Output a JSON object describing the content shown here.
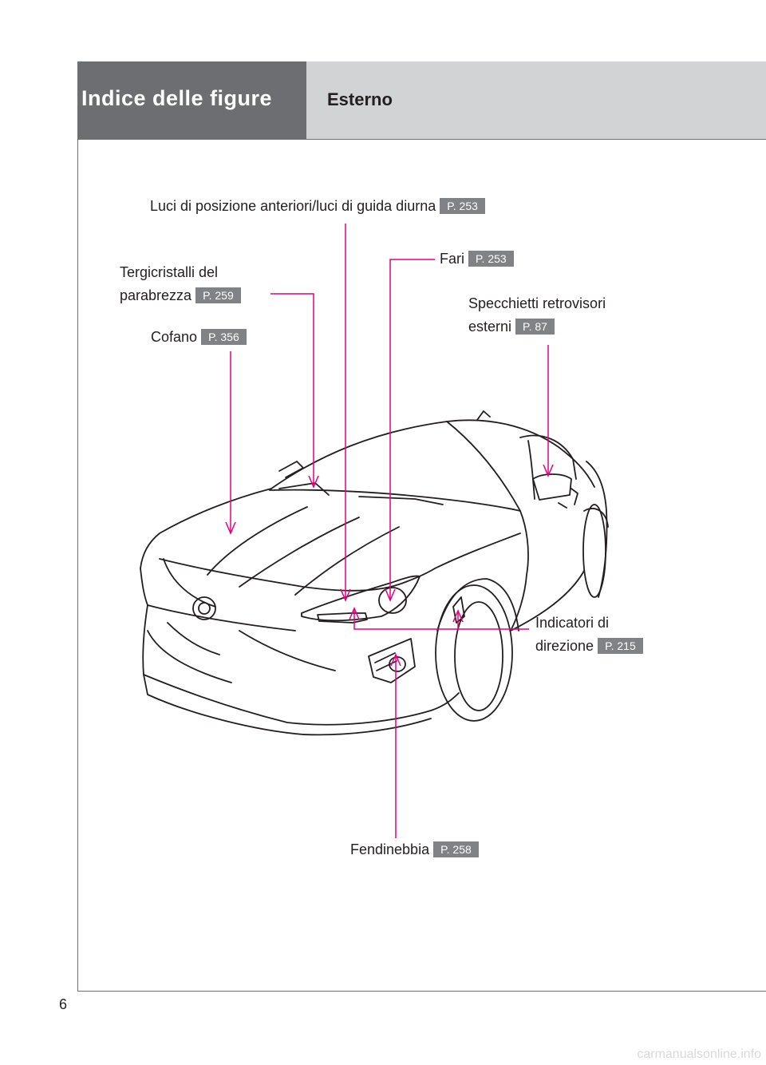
{
  "header": {
    "section_title": "Indice delle figure",
    "subsection_title": "Esterno"
  },
  "callouts": {
    "luci_posizione": {
      "label": "Luci di posizione anteriori/luci di guida diurna",
      "page": "P. 253"
    },
    "fari": {
      "label": "Fari",
      "page": "P. 253"
    },
    "tergicristalli": {
      "label_line1": "Tergicristalli del",
      "label_line2": "parabrezza",
      "page": "P. 259"
    },
    "specchietti": {
      "label_line1": "Specchietti retrovisori",
      "label_line2": "esterni",
      "page": "P. 87"
    },
    "cofano": {
      "label": "Cofano",
      "page": "P. 356"
    },
    "indicatori": {
      "label_line1": "Indicatori di",
      "label_line2": "direzione",
      "page": "P. 215"
    },
    "fendinebbia": {
      "label": "Fendinebbia",
      "page": "P. 258"
    }
  },
  "page_number": "6",
  "watermark": "carmanualsonline.info",
  "colors": {
    "header_dark": "#6d6e71",
    "header_light": "#d1d3d4",
    "badge": "#808285",
    "leader_line": "#e4007f"
  }
}
